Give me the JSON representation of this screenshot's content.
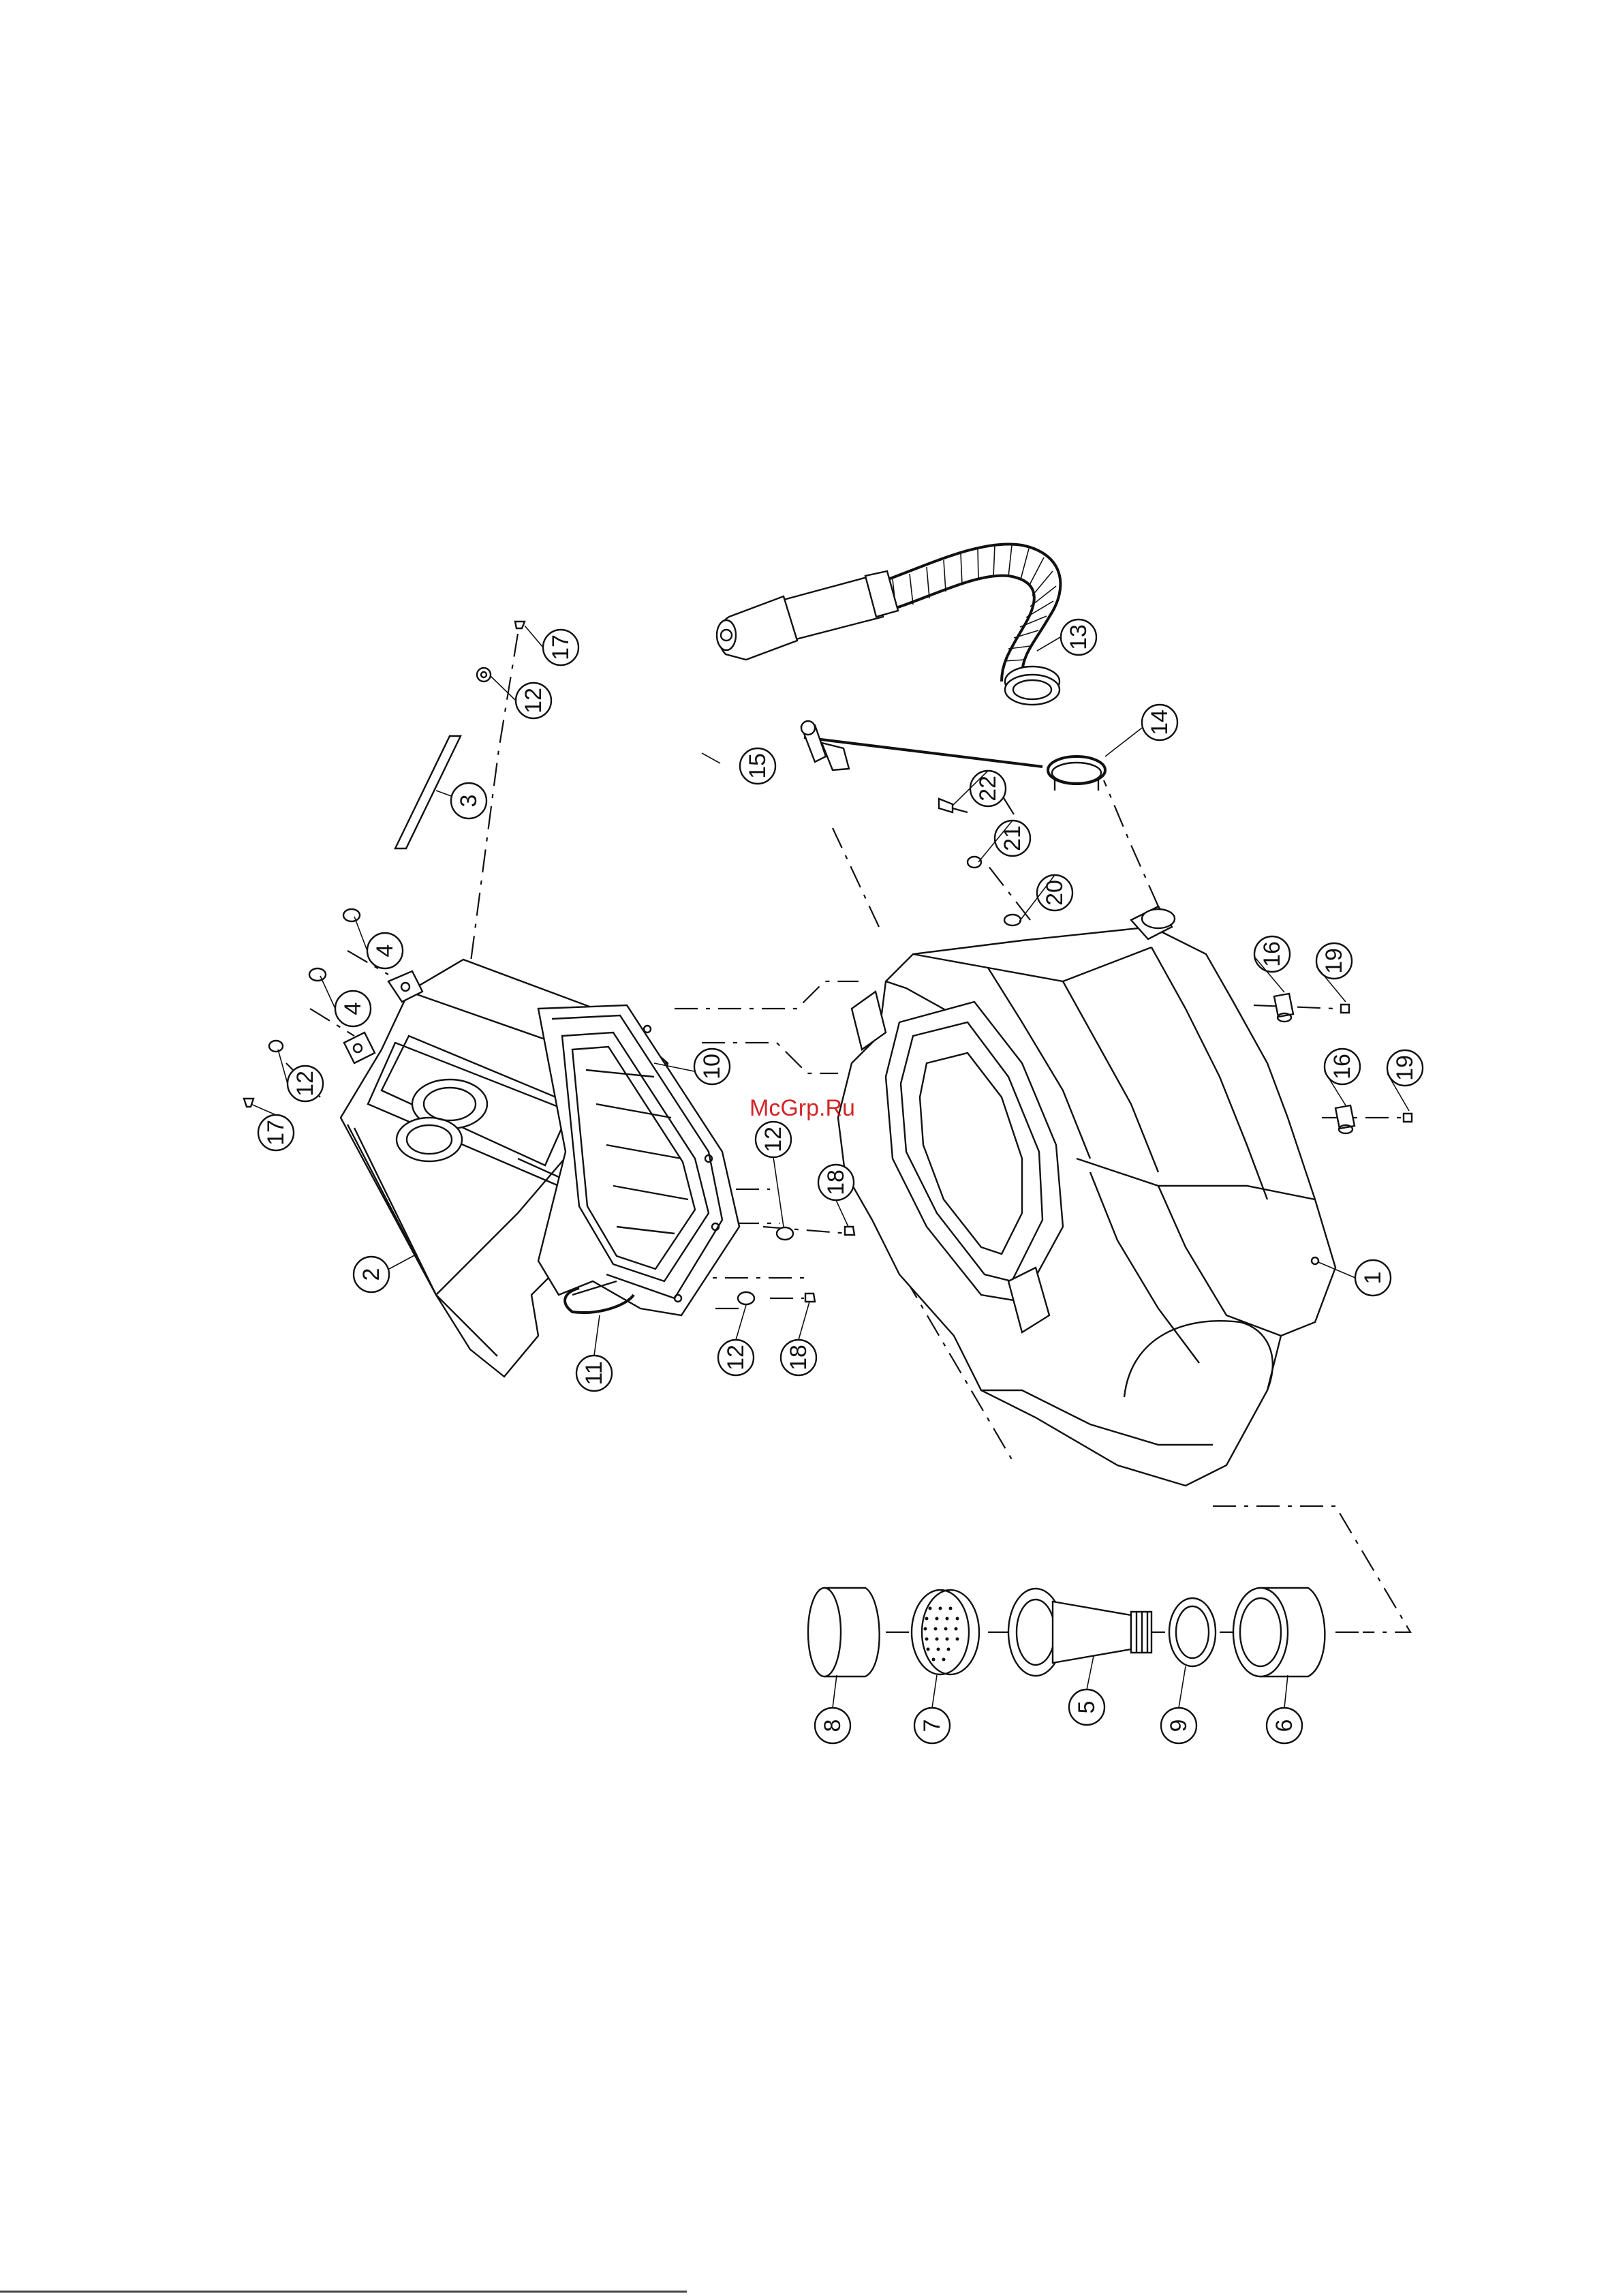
{
  "watermark": "McGrp.Ru",
  "callouts": [
    "1",
    "2",
    "3",
    "4",
    "4",
    "5",
    "6",
    "7",
    "8",
    "9",
    "10",
    "11",
    "12",
    "12",
    "12",
    "12",
    "13",
    "14",
    "15",
    "16",
    "16",
    "17",
    "17",
    "18",
    "18",
    "19",
    "19",
    "20",
    "21",
    "22"
  ]
}
